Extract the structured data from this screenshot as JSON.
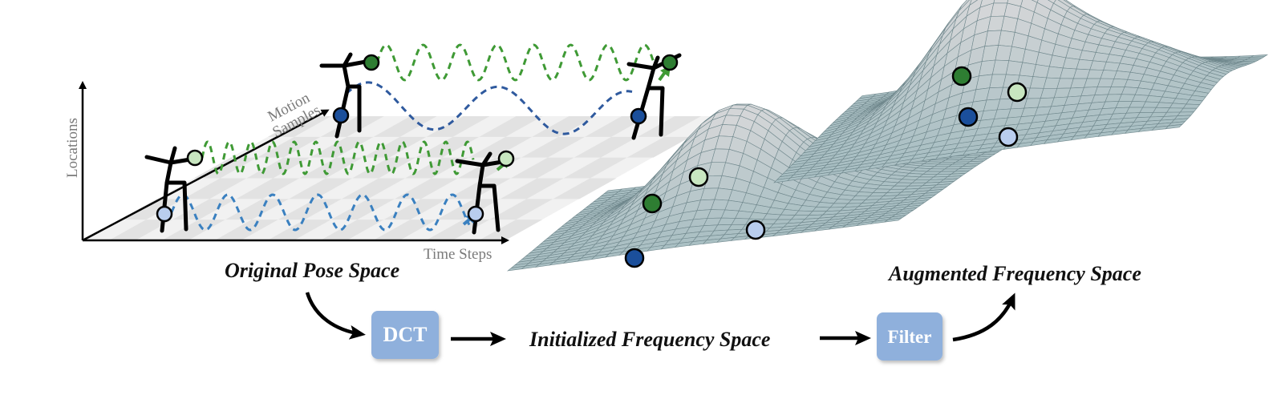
{
  "axes": {
    "y_label": "Locations",
    "diagonal_label_line1": "Motion",
    "diagonal_label_line2": "Samples",
    "x_label": "Time Steps"
  },
  "labels": {
    "original": "Original Pose Space",
    "initialized": "Initialized Frequency Space",
    "augmented": "Augmented Frequency Space"
  },
  "boxes": {
    "dct": "DCT",
    "filter": "Filter"
  },
  "colors": {
    "dark_green": "#2e7d32",
    "light_green": "#c8e6c0",
    "dark_blue": "#1b4f9b",
    "light_blue": "#b9cdee",
    "wave_green": "#3f9a35",
    "wave_blue_dark": "#2f5a9e",
    "wave_blue_light": "#3a80c0",
    "box_fill": "#8fb0dc",
    "mesh_fill": "#a9bfc3",
    "mesh_line": "#6f878c"
  }
}
